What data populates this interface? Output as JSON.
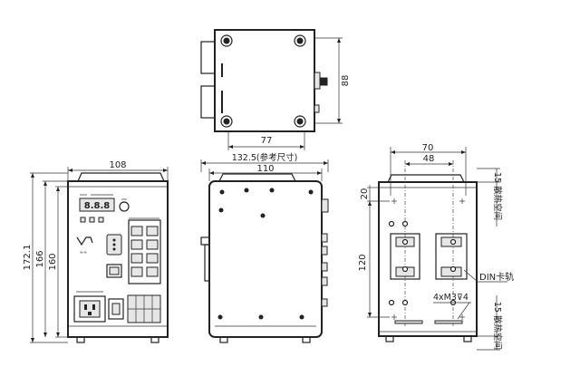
{
  "dimensions": {
    "top_width_77": "77",
    "top_height_88": "88",
    "front_width_108": "108",
    "front_h_172": "172.1",
    "front_h_166": "166",
    "front_h_160": "160",
    "side_width_ref": "132.5(参考尺寸)",
    "side_width_110": "110",
    "rear_w_70": "70",
    "rear_w_48": "48",
    "rear_h_20": "20",
    "rear_h_120": "120"
  },
  "annotations": {
    "top_clearance": "15 散热空间",
    "bottom_clearance": "15 散热空间",
    "din_rail": "DIN卡轨",
    "screw_spec": "4xM3⊽4"
  }
}
